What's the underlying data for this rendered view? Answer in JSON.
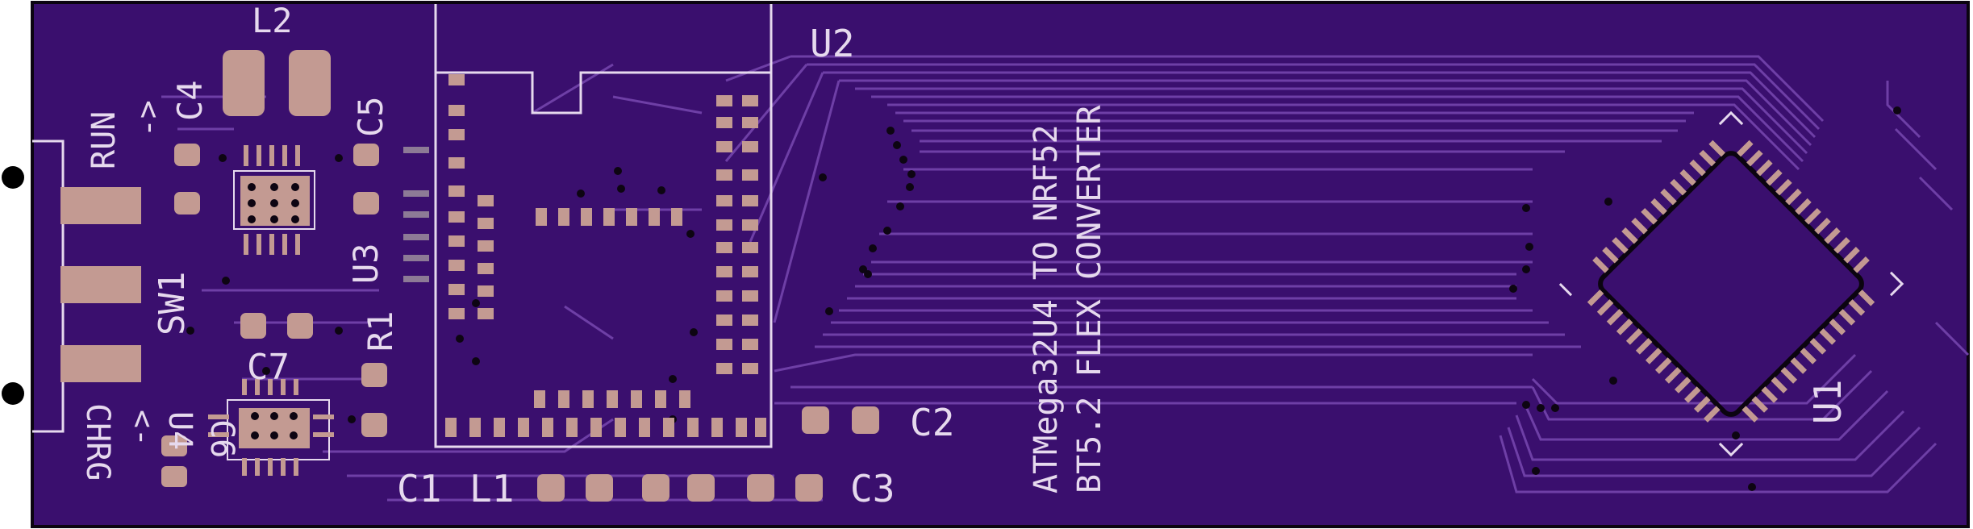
{
  "board": {
    "colors": {
      "substrate": "#3a0f6e",
      "trace": "#6e3fa6",
      "pad": "#c39a92",
      "silkscreen": "#e6d9ee",
      "via": "#0d0512",
      "outline": "#0b0410"
    },
    "headline_line1": "ATMega32U4 TO NRF52",
    "headline_line2": "BT5.2 FLEX CONVERTER",
    "labels": {
      "l2": "L2",
      "u2": "U2",
      "c4": "C4",
      "c5": "C5",
      "run": "RUN",
      "arrow_run": "->",
      "sw1": "SW1",
      "u3": "U3",
      "r1": "R1",
      "c7": "C7",
      "chrg": "CHRG",
      "arrow_chrg": "<-",
      "u4": "U4",
      "c6": "C6",
      "c1": "C1",
      "l1": "L1",
      "c2": "C2",
      "c3": "C3",
      "u1": "U1"
    }
  }
}
